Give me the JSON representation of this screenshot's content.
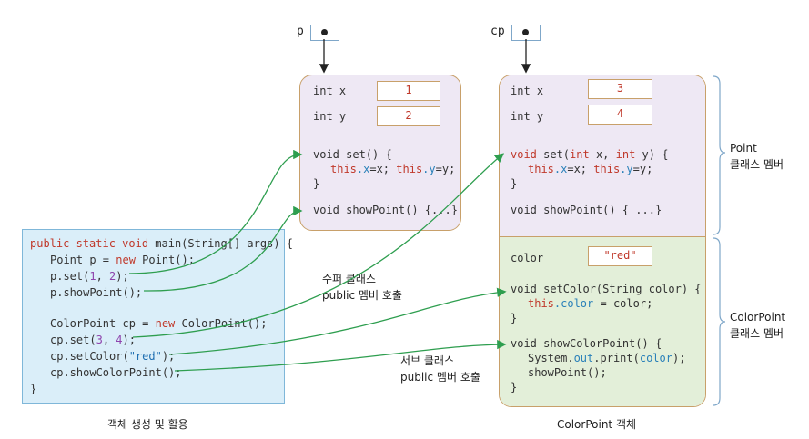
{
  "refs": {
    "p": "p",
    "cp": "cp"
  },
  "obj_p": {
    "fields": [
      {
        "decl": "int x",
        "value": "1"
      },
      {
        "decl": "int y",
        "value": "2"
      }
    ],
    "set_sig": "void set() {",
    "set_this1": "this",
    "set_fx": ".x",
    "set_mid": "=x; ",
    "set_this2": "this",
    "set_fy": ".y",
    "set_end": "=y;",
    "close": "}",
    "show": "void showPoint() {...}"
  },
  "obj_cp": {
    "fields": [
      {
        "decl": "int x",
        "value": "3"
      },
      {
        "decl": "int y",
        "value": "4"
      }
    ],
    "set_void": "void ",
    "set_name": "set(",
    "set_int1": "int",
    "set_mid1": " x, ",
    "set_int2": "int",
    "set_end1": " y) {",
    "set_this1": "this",
    "set_fx": ".x",
    "set_mid": "=x; ",
    "set_this2": "this",
    "set_fy": ".y",
    "set_end": "=y;",
    "close": "}",
    "show": "void showPoint() { ...}",
    "color_decl": "color",
    "color_value": "\"red\"",
    "setcolor_sig": "void setColor(String color) {",
    "setcolor_this": "this",
    "setcolor_field": ".color",
    "setcolor_end": " = color;",
    "showcolor_sig": "void showColorPoint() {",
    "print_pre": "System.",
    "print_out": "out",
    "print_mid": ".print(",
    "print_arg": "color",
    "print_end": ");",
    "showpoint_call": "showPoint();",
    "close2": "}"
  },
  "main_code": {
    "l1_kw": "public static void",
    "l1_rest": " main(String[] args) {",
    "l2_a": "Point p = ",
    "l2_new": "new",
    "l2_b": " Point();",
    "l3_a": "p.set(",
    "l3_n1": "1",
    "l3_c": ", ",
    "l3_n2": "2",
    "l3_b": ");",
    "l4": "p.showPoint();",
    "l5_a": "ColorPoint cp = ",
    "l5_new": "new",
    "l5_b": " ColorPoint();",
    "l6_a": "cp.set(",
    "l6_n1": "3",
    "l6_c": ", ",
    "l6_n2": "4",
    "l6_b": ");",
    "l7_a": "cp.setColor(",
    "l7_s": "\"red\"",
    "l7_b": ");",
    "l8": "cp.showColorPoint();",
    "l9": "}"
  },
  "labels": {
    "super_1": "수퍼 클래스",
    "super_2": "public 멤버 호출",
    "sub_1": "서브 클래스",
    "sub_2": "public 멤버 호출",
    "point_1": "Point",
    "point_2": "클래스 멤버",
    "cpoint_1": "ColorPoint",
    "cpoint_2": "클래스 멤버",
    "caption_left": "객체 생성 및 활용",
    "caption_right": "ColorPoint 객체"
  },
  "colors": {
    "arrow": "#2e9e4f",
    "object_border": "#c8a06a",
    "class_purple": "#eee8f4",
    "class_green": "#e3efd9",
    "main_blue": "#daeef9"
  }
}
